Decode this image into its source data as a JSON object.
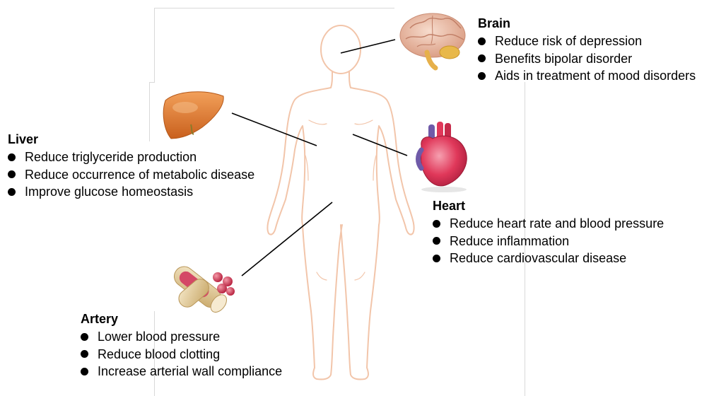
{
  "organs": {
    "brain": {
      "title": "Brain",
      "items": [
        "Reduce risk of depression",
        "Benefits bipolar disorder",
        "Aids in treatment of mood disorders"
      ]
    },
    "liver": {
      "title": "Liver",
      "items": [
        "Reduce triglyceride production",
        "Reduce occurrence of metabolic disease",
        "Improve glucose homeostasis"
      ]
    },
    "heart": {
      "title": "Heart",
      "items": [
        "Reduce heart rate and blood pressure",
        "Reduce inflammation",
        "Reduce cardiovascular disease"
      ]
    },
    "artery": {
      "title": "Artery",
      "items": [
        "Lower blood pressure",
        "Reduce blood clotting",
        "Increase arterial wall compliance"
      ]
    }
  },
  "colors": {
    "body_outline": "#f2c5aa",
    "connector": "#000000",
    "brain": "#e9b9a3",
    "liver": "#e07a2f",
    "heart": "#e0385a",
    "artery": "#e7d2a6",
    "blood_cell": "#d9324f"
  },
  "icons": [
    "brain-icon",
    "liver-icon",
    "heart-icon",
    "artery-icon"
  ]
}
